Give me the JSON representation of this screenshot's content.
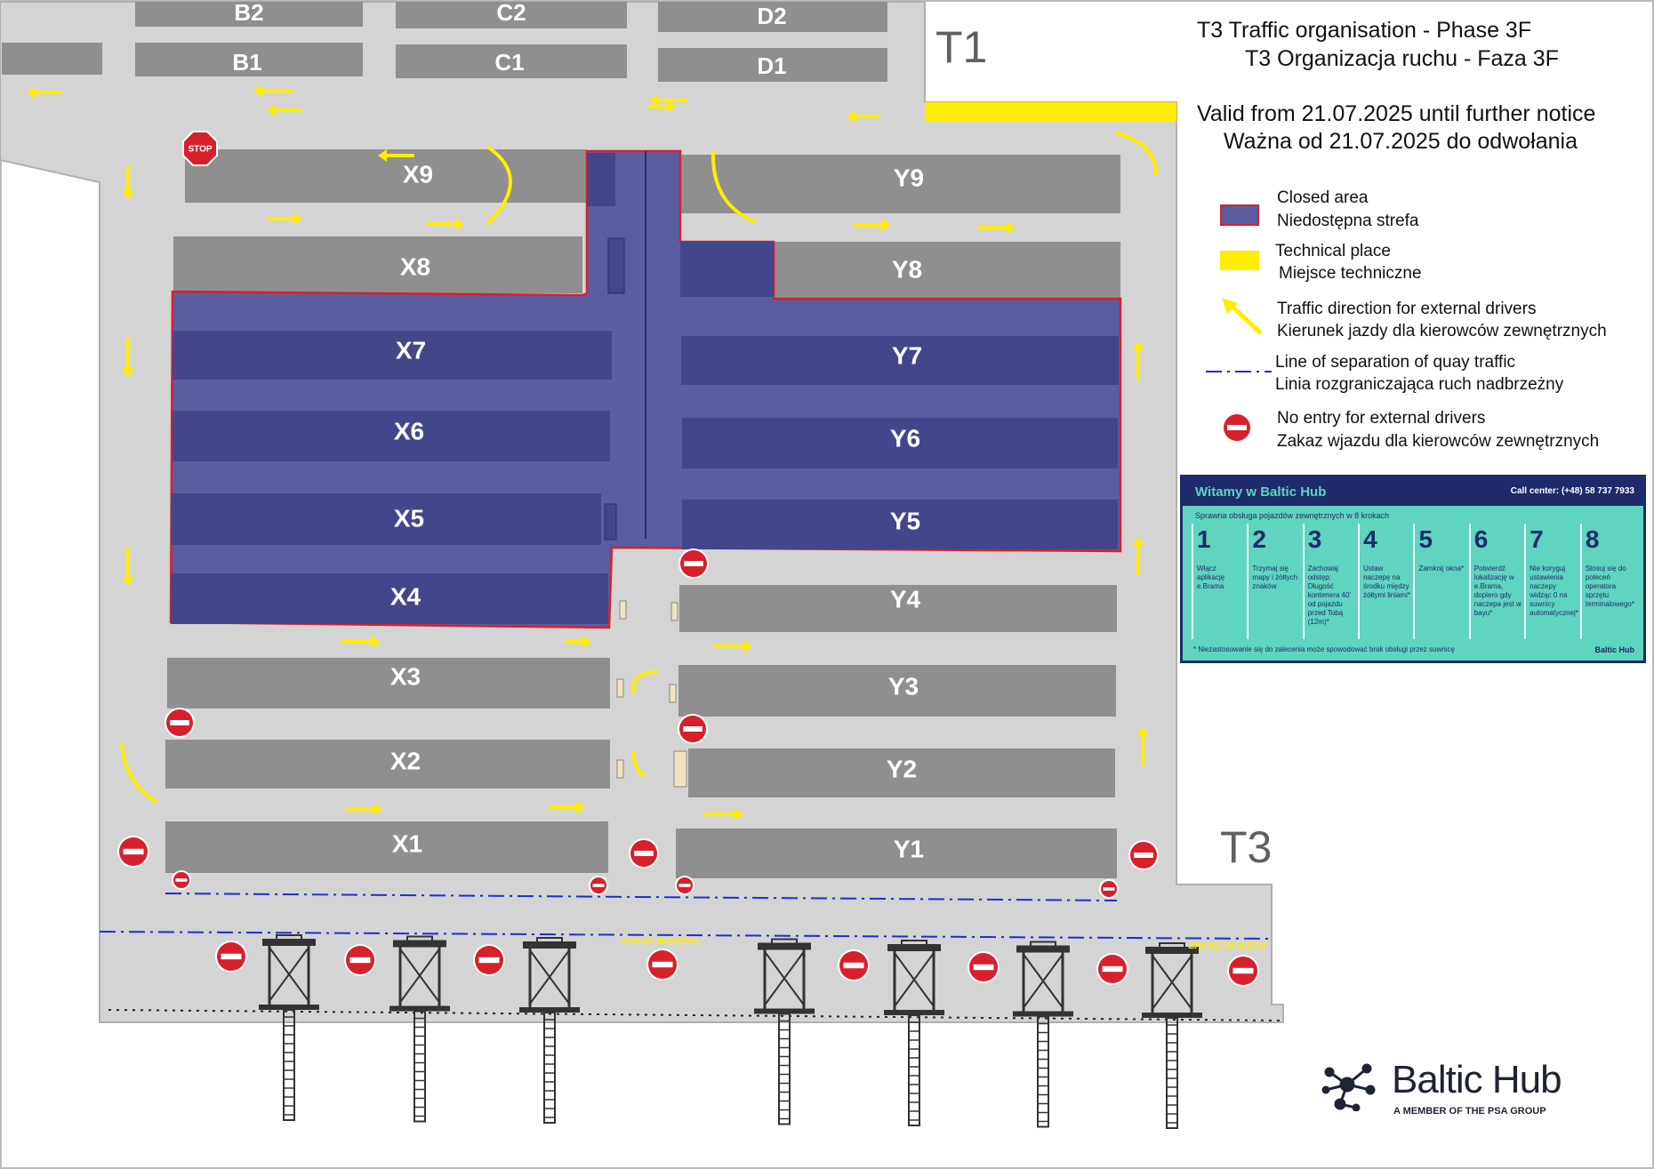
{
  "title": {
    "line1": "T3 Traffic organisation - Phase 3F",
    "line2": "T3 Organizacja ruchu - Faza 3F",
    "valid_en": "Valid from 21.07.2025 until further notice",
    "valid_pl": "Ważna od 21.07.2025 do odwołania"
  },
  "zones": {
    "t1": "T1",
    "t3": "T3"
  },
  "blocks": {
    "b2": "B2",
    "c2": "C2",
    "d2": "D2",
    "b1": "B1",
    "c1": "C1",
    "d1": "D1",
    "x9": "X9",
    "x8": "X8",
    "x7": "X7",
    "x6": "X6",
    "x5": "X5",
    "x4": "X4",
    "x3": "X3",
    "x2": "X2",
    "x1": "X1",
    "y9": "Y9",
    "y8": "Y8",
    "y7": "Y7",
    "y6": "Y6",
    "y5": "Y5",
    "y4": "Y4",
    "y3": "Y3",
    "y2": "Y2",
    "y1": "Y1"
  },
  "signs": {
    "stop": "STOP",
    "no_entry_text": "ZAKAZ WJAZDU"
  },
  "legend": {
    "closed_en": "Closed area",
    "closed_pl": "Niedostępna strefa",
    "tech_en": "Technical place",
    "tech_pl": "Miejsce techniczne",
    "traffic_en": "Traffic direction for external drivers",
    "traffic_pl": "Kierunek jazdy dla kierowców zewnętrznych",
    "line_en": "Line of separation of quay traffic",
    "line_pl": "Linia rozgraniczająca ruch nadbrzeżny",
    "noentry_en": "No entry for external drivers",
    "noentry_pl": "Zakaz wjazdu dla kierowców zewnętrznych"
  },
  "card": {
    "title": "Witamy w Baltic Hub",
    "call": "Call center: (+48) 58 737 7933",
    "subtitle": "Sprawna obsługa pojazdów zewnętrznych w 8 krokach",
    "steps": [
      {
        "num": "1",
        "text": "Włącz aplikację e.Brama"
      },
      {
        "num": "2",
        "text": "Trzymaj się mapy i żółtych znaków"
      },
      {
        "num": "3",
        "text": "Zachowaj odstęp: Długość kontenera 40' od pojazdu przed Tobą (12m)*"
      },
      {
        "num": "4",
        "text": "Ustaw naczepę na środku między żółtymi liniami*"
      },
      {
        "num": "5",
        "text": "Zamknij okna*"
      },
      {
        "num": "6",
        "text": "Potwierdź lokalizację w e.Brama, dopiero gdy naczepa jest w bayu*"
      },
      {
        "num": "7",
        "text": "Nie koryguj ustawienia naczepy widząc 0 na suwnicy automatycznej*"
      },
      {
        "num": "8",
        "text": "Stosuj się do poleceń operatora sprzętu terminalowego*"
      }
    ],
    "footnote": "* Niezastosowanie się do zalecenia może spowodować brak obsługi przez suwnicę",
    "brand": "Baltic Hub"
  },
  "logo": {
    "name": "Baltic Hub",
    "sub": "A MEMBER OF THE PSA GROUP"
  },
  "colors": {
    "ground": "#d4d4d4",
    "block": "#8f8f8f",
    "closed": "#5a5d9f",
    "closed_block": "#43468a",
    "closed_border": "#d8202c",
    "technical": "#ffed00",
    "arrow": "#ffed00",
    "separation_line": "#1a2fd0",
    "no_entry": "#d8202c",
    "card_bg": "#5fd4be",
    "card_dark": "#1f2a6b"
  }
}
